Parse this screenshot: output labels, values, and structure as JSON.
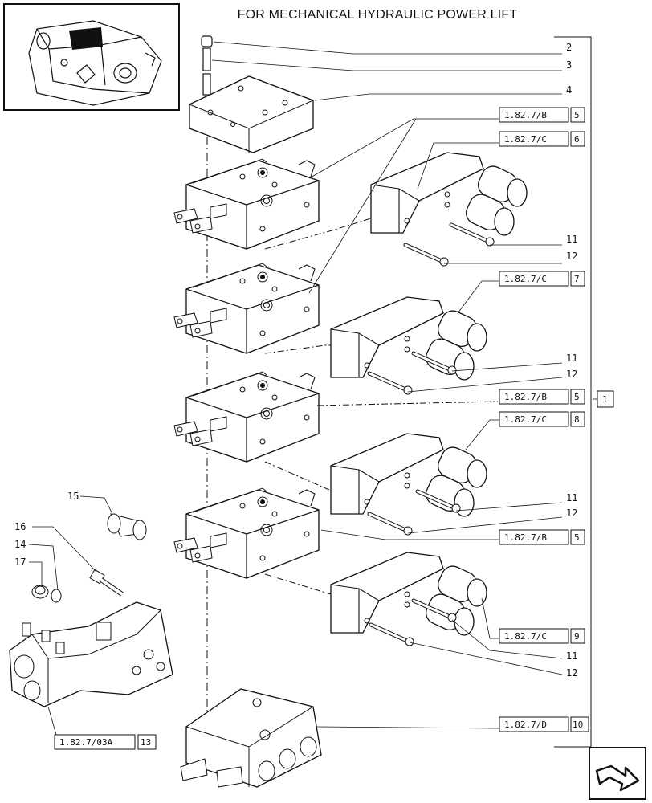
{
  "title": "FOR MECHANICAL HYDRAULIC POWER LIFT",
  "callouts": {
    "n2": "2",
    "n3": "3",
    "n4": "4",
    "n11a": "11",
    "n12a": "12",
    "n11b": "11",
    "n12b": "12",
    "n11c": "11",
    "n12c": "12",
    "n11d": "11",
    "n12d": "12",
    "n15": "15",
    "n16": "16",
    "n14": "14",
    "n17": "17"
  },
  "references": [
    {
      "code": "1.82.7/B",
      "num": "5"
    },
    {
      "code": "1.82.7/C",
      "num": "6"
    },
    {
      "code": "1.82.7/C",
      "num": "7"
    },
    {
      "code": "1.82.7/B",
      "num": "5"
    },
    {
      "code": "1.82.7/C",
      "num": "8"
    },
    {
      "code": "1.82.7/B",
      "num": "5"
    },
    {
      "code": "1.82.7/C",
      "num": "9"
    },
    {
      "code": "1.82.7/D",
      "num": "10"
    },
    {
      "code": "1.82.7/03A",
      "num": "13"
    }
  ],
  "assembly_ref": "1",
  "icons": {
    "thumbnail": "power-lift-housing-icon",
    "navigation": "next-page-arrow-icon"
  }
}
